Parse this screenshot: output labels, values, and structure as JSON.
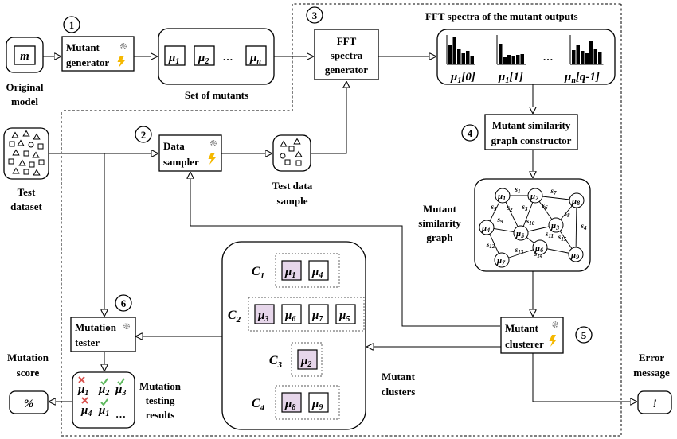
{
  "steps": [
    "1",
    "2",
    "3",
    "4",
    "5",
    "6"
  ],
  "original_model": {
    "symbol": "m",
    "label_line1": "Original",
    "label_line2": "model"
  },
  "mutant_generator": {
    "line1": "Mutant",
    "line2": "generator"
  },
  "set_of_mutants": {
    "label": "Set of mutants",
    "ellipsis": "…",
    "items": [
      [
        "μ",
        "1"
      ],
      [
        "μ",
        "2"
      ],
      [
        "μ",
        "n"
      ]
    ]
  },
  "fft_generator": {
    "line1": "FFT",
    "line2": "spectra",
    "line3": "generator"
  },
  "fft_spectra": {
    "title": "FFT spectra of the mutant outputs",
    "ellipsis": "…",
    "items": [
      [
        "μ",
        "1",
        "[0]"
      ],
      [
        "μ",
        "1",
        "[1]"
      ],
      [
        "μ",
        "n",
        "[q-1]"
      ]
    ]
  },
  "test_dataset": {
    "line1": "Test",
    "line2": "dataset"
  },
  "data_sampler": {
    "line1": "Data",
    "line2": "sampler"
  },
  "test_data_sample": {
    "line1": "Test data",
    "line2": "sample"
  },
  "similarity_constructor": {
    "line1": "Mutant similarity",
    "line2": "graph constructor"
  },
  "similarity_graph": {
    "label_line1": "Mutant",
    "label_line2": "similarity",
    "label_line3": "graph",
    "nodes": [
      "1",
      "2",
      "8",
      "4",
      "5",
      "3",
      "6",
      "7",
      "9"
    ],
    "edges": [
      "1",
      "2",
      "3",
      "5",
      "6",
      "7",
      "8",
      "9",
      "10",
      "11",
      "12",
      "13",
      "14",
      "15",
      "4"
    ]
  },
  "mutant_clusterer": {
    "line1": "Mutant",
    "line2": "clusterer"
  },
  "clusters": {
    "label_line1": "Mutant",
    "label_line2": "clusters",
    "items": [
      {
        "name": "C",
        "sub": "1",
        "members": [
          "1",
          "4"
        ]
      },
      {
        "name": "C",
        "sub": "2",
        "members": [
          "3",
          "6",
          "7",
          "5"
        ]
      },
      {
        "name": "C",
        "sub": "3",
        "members": [
          "2"
        ]
      },
      {
        "name": "C",
        "sub": "4",
        "members": [
          "8",
          "9"
        ]
      }
    ]
  },
  "mutation_tester": {
    "line1": "Mutation",
    "line2": "tester"
  },
  "testing_results": {
    "label_line1": "Mutation",
    "label_line2": "testing",
    "label_line3": "results",
    "items": [
      [
        "1",
        "fail"
      ],
      [
        "2",
        "pass"
      ],
      [
        "3",
        "pass"
      ],
      [
        "4",
        "fail"
      ],
      [
        "1",
        "pass"
      ]
    ],
    "ellipsis": "…"
  },
  "mutation_score": {
    "line1": "Mutation",
    "line2": "score",
    "symbol": "%"
  },
  "error_message": {
    "line1": "Error",
    "line2": "message",
    "symbol": "!"
  },
  "colors": {
    "highlight": "#e6d6ea",
    "lightning": "#f5b800",
    "pass": "#5cb85c",
    "fail": "#d9534f"
  }
}
